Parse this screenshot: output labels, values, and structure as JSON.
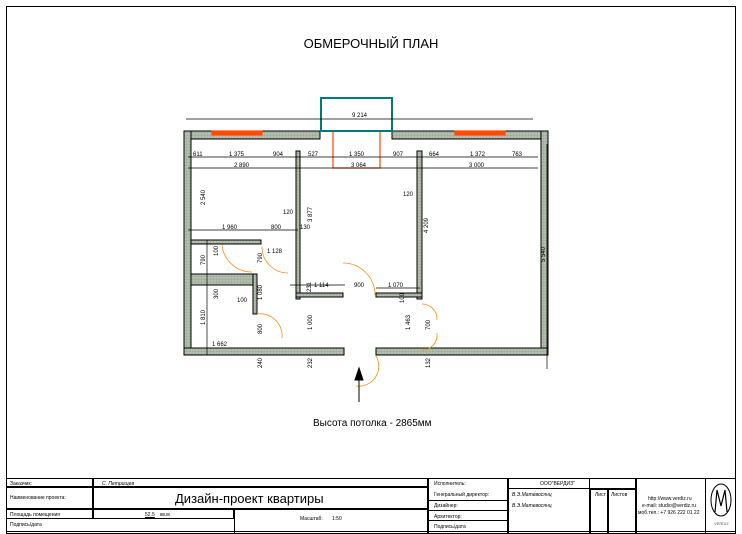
{
  "title": "ОБМЕРОЧНЫЙ ПЛАН",
  "ceiling_note": "Высота потолка - 2865мм",
  "dimensions": {
    "overall_width": "9 214",
    "overall_height": "5 540",
    "top_row": [
      "611",
      "1 375",
      "904",
      "527",
      "1 350",
      "907",
      "664",
      "1 372",
      "763"
    ],
    "room_widths": [
      "2 890",
      "3 064",
      "3 000"
    ],
    "left_room_height": "2 540",
    "mid_height": "3 877",
    "right_height": "4 209",
    "wall_120a": "120",
    "wall_120b": "120",
    "w130": "130",
    "w1960": "1 960",
    "w800": "800",
    "w1128": "1 128",
    "h790a": "790",
    "h790b": "790",
    "h100a": "100",
    "h300": "300",
    "w100": "100",
    "h1080": "1 080",
    "h1810": "1 810",
    "h800": "800",
    "w1662": "1 662",
    "w240": "240",
    "h231": "231",
    "w1114": "1 114",
    "w900": "900",
    "w1070": "1 070",
    "h100b": "100",
    "h1000": "1 000",
    "h1463": "1 463",
    "h700": "700",
    "w232a": "232",
    "w132": "132"
  },
  "colors": {
    "wall": "#b9c0a8",
    "wall_hatch": "#8fa08a",
    "window": "#ff4a00",
    "balcony": "#007a78",
    "door": "#ff8c1a"
  },
  "title_block": {
    "customer_label": "Заказчик:",
    "customer_value": "С. Петрищев",
    "project_label": "Наименование проекта:",
    "project_value": "Дизайн-проект квартиры",
    "area_label": "Площадь помещения",
    "area_value": "52.5",
    "area_unit": "кв.м",
    "sign_label": "Подпись/дата",
    "scale_label": "Масштаб:",
    "scale_value": "1:50",
    "executor_label": "Исполнитель:",
    "executor_value": "ООО\"ВЕРДИЗ\"",
    "director_label": "Генеральный директор:",
    "director_value": "В.Э.Матевосянц",
    "designer_label": "Дизайнер:",
    "designer_value": "В.Э.Матевосянц",
    "architect_label": "Архитектор:",
    "sign2_label": "Подпись/дата",
    "sheet_label": "Лист",
    "sheets_label": "Листов",
    "website": "http://www.verdiz.ru",
    "email": "e-mail: studio@verdiz.ru",
    "phone": "моб.тел.: +7 926 222 01 22",
    "logo_text": "VERDIZ"
  }
}
